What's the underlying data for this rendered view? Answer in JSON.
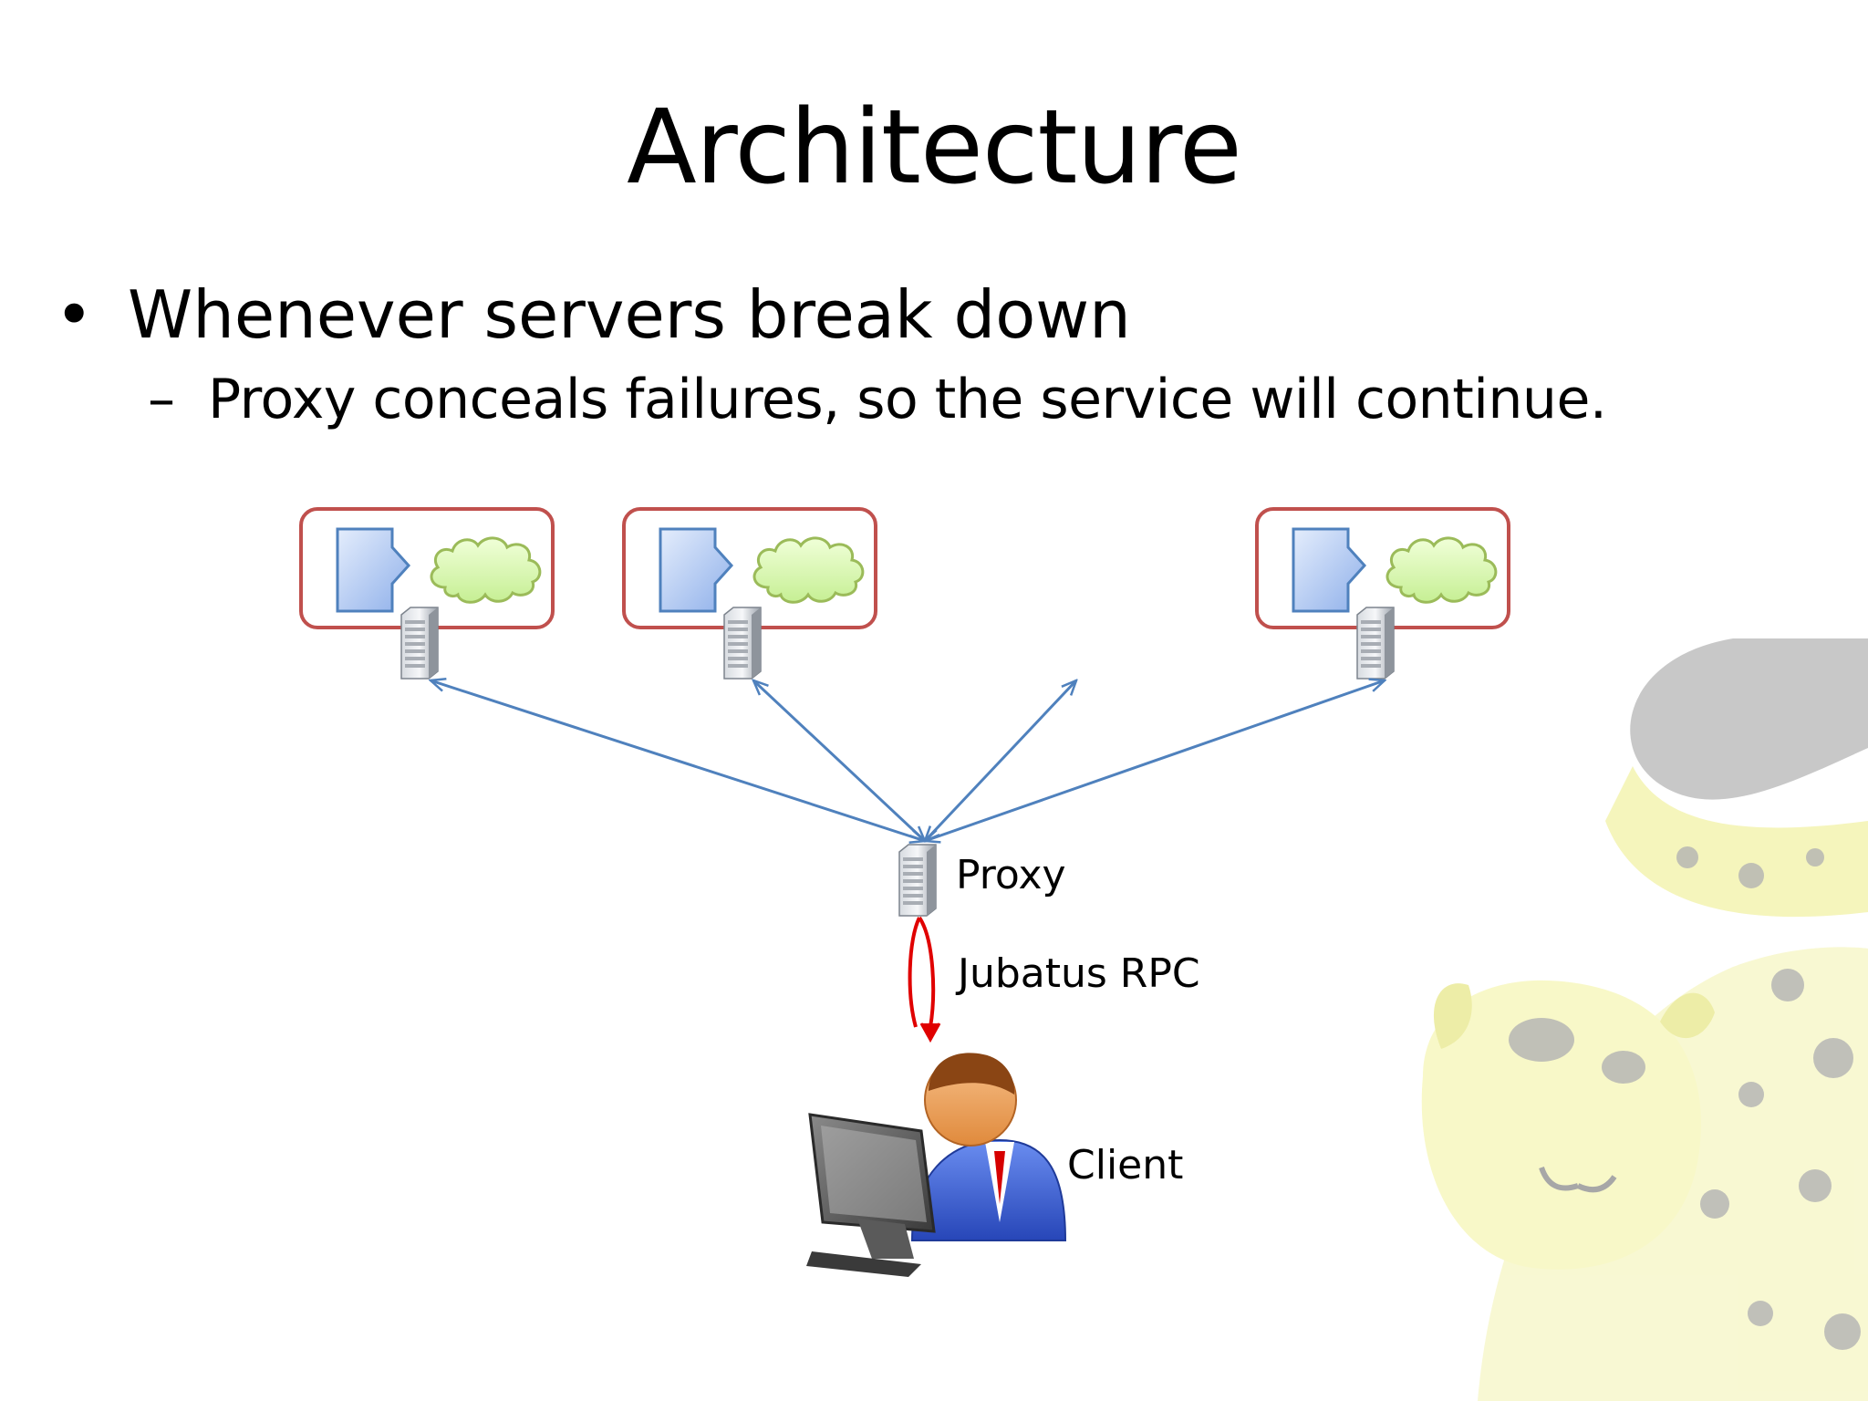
{
  "slide": {
    "title": "Architecture",
    "bullets": [
      {
        "marker": "•",
        "text": "Whenever servers break down"
      },
      {
        "marker": "–",
        "text": "Proxy conceals failures, so the service will continue."
      }
    ]
  },
  "diagram": {
    "servers": [
      {
        "id": "server-1",
        "status": "up"
      },
      {
        "id": "server-2",
        "status": "up"
      },
      {
        "id": "server-3",
        "status": "down"
      },
      {
        "id": "server-4",
        "status": "up"
      }
    ],
    "proxy_label": "Proxy",
    "rpc_label": "Jubatus RPC",
    "client_label": "Client"
  },
  "colors": {
    "server_box_border": "#c0504d",
    "link_arrow": "#4f81bd",
    "rpc_arrow": "#e00000",
    "cloud_fill": "#d8f5b0",
    "cloud_stroke": "#9bbb59",
    "block_fill": "#b7cdf4",
    "block_stroke": "#4f81bd",
    "mascot_body": "#f4f4b8",
    "mascot_spot": "#9a9a9a"
  }
}
